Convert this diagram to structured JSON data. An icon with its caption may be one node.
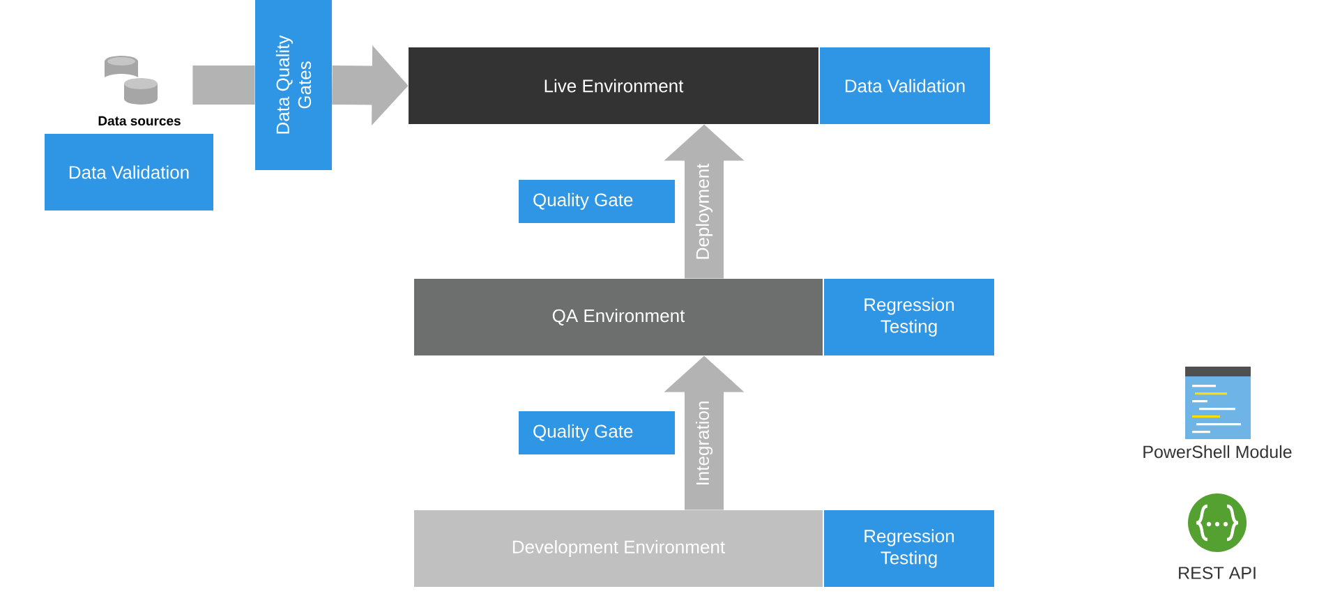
{
  "diagram": {
    "nodes": [
      {
        "text": [
          "Data sources"
        ]
      },
      {
        "text": [
          "Data Validation"
        ]
      },
      {
        "text": [
          "Data Quality Gates"
        ]
      },
      {
        "text": [
          "Live Environment"
        ]
      },
      {
        "text": [
          "Data Validation"
        ]
      },
      {
        "text": [
          "Quality Gate"
        ]
      },
      {
        "text": [
          "QA Environment"
        ]
      },
      {
        "text": [
          "Regression Testing"
        ]
      },
      {
        "text": [
          "Quality Gate"
        ]
      },
      {
        "text": [
          "Development Environment"
        ]
      },
      {
        "text": [
          "Regression Testing"
        ]
      }
    ],
    "edges": [
      {
        "from": 0,
        "to": 2,
        "arrow": "none"
      },
      {
        "from": 2,
        "to": 3,
        "arrow": "to"
      },
      {
        "from": 6,
        "to": 3,
        "arrow": "to",
        "label": "Deployment"
      },
      {
        "from": 9,
        "to": 6,
        "arrow": "to",
        "label": "Integration"
      }
    ],
    "labels": [
      "PowerShell Module",
      "REST API"
    ]
  }
}
